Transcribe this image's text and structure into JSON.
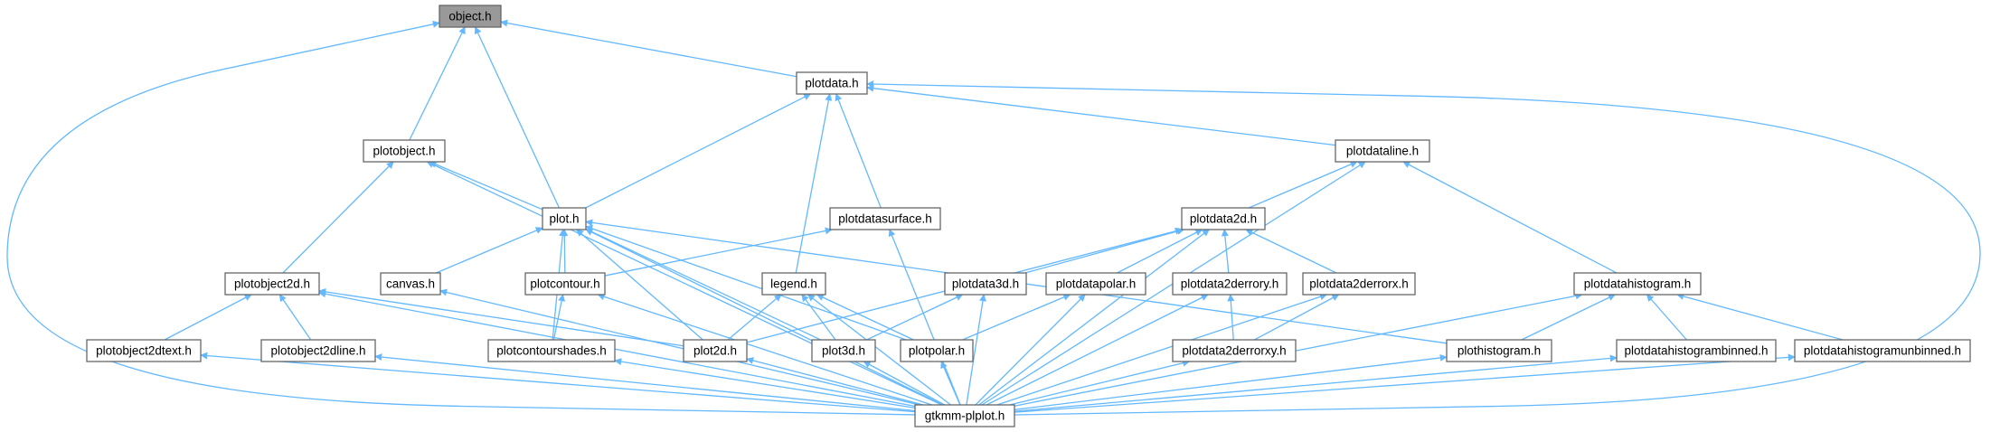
{
  "nodes": [
    {
      "id": "object",
      "label": "object.h",
      "root": true
    },
    {
      "id": "plotdata",
      "label": "plotdata.h"
    },
    {
      "id": "plotobject",
      "label": "plotobject.h"
    },
    {
      "id": "plotdataline",
      "label": "plotdataline.h"
    },
    {
      "id": "plot",
      "label": "plot.h"
    },
    {
      "id": "plotdatasurface",
      "label": "plotdatasurface.h"
    },
    {
      "id": "plotdata2d",
      "label": "plotdata2d.h"
    },
    {
      "id": "plotobject2d",
      "label": "plotobject2d.h"
    },
    {
      "id": "canvas",
      "label": "canvas.h"
    },
    {
      "id": "plotcontour",
      "label": "plotcontour.h"
    },
    {
      "id": "legend",
      "label": "legend.h"
    },
    {
      "id": "plotdata3d",
      "label": "plotdata3d.h"
    },
    {
      "id": "plotdatapolar",
      "label": "plotdatapolar.h"
    },
    {
      "id": "plotdata2derrory",
      "label": "plotdata2derrory.h"
    },
    {
      "id": "plotdata2derrorx",
      "label": "plotdata2derrorx.h"
    },
    {
      "id": "plotdatahistogram",
      "label": "plotdatahistogram.h"
    },
    {
      "id": "plotobject2dtext",
      "label": "plotobject2dtext.h"
    },
    {
      "id": "plotobject2dline",
      "label": "plotobject2dline.h"
    },
    {
      "id": "plotcontourshades",
      "label": "plotcontourshades.h"
    },
    {
      "id": "plot2d",
      "label": "plot2d.h"
    },
    {
      "id": "plot3d",
      "label": "plot3d.h"
    },
    {
      "id": "plotpolar",
      "label": "plotpolar.h"
    },
    {
      "id": "plotdata2derrorxy",
      "label": "plotdata2derrorxy.h"
    },
    {
      "id": "plothistogram",
      "label": "plothistogram.h"
    },
    {
      "id": "plotdatahistogrambinned",
      "label": "plotdatahistogrambinned.h"
    },
    {
      "id": "plotdatahistogramunbinned",
      "label": "plotdatahistogramunbinned.h"
    },
    {
      "id": "gtkmmplplot",
      "label": "gtkmm-plplot.h"
    }
  ],
  "edges": [
    [
      "plotdata",
      "object"
    ],
    [
      "plotobject",
      "object"
    ],
    [
      "plot",
      "object"
    ],
    [
      "gtkmmplplot",
      "object"
    ],
    [
      "plot",
      "plotdata"
    ],
    [
      "legend",
      "plotdata"
    ],
    [
      "plotdatasurface",
      "plotdata"
    ],
    [
      "plotdataline",
      "plotdata"
    ],
    [
      "gtkmmplplot",
      "plotdata"
    ],
    [
      "plot",
      "plotobject"
    ],
    [
      "plotobject2d",
      "plotobject"
    ],
    [
      "gtkmmplplot",
      "plotobject"
    ],
    [
      "plotdata2d",
      "plotdataline"
    ],
    [
      "plotdatahistogram",
      "plotdataline"
    ],
    [
      "gtkmmplplot",
      "plotdataline"
    ],
    [
      "canvas",
      "plot"
    ],
    [
      "plotcontour",
      "plot"
    ],
    [
      "plotcontourshades",
      "plot"
    ],
    [
      "plot2d",
      "plot"
    ],
    [
      "plot3d",
      "plot"
    ],
    [
      "plotpolar",
      "plot"
    ],
    [
      "plothistogram",
      "plot"
    ],
    [
      "gtkmmplplot",
      "plot"
    ],
    [
      "plotcontour",
      "plotdatasurface"
    ],
    [
      "gtkmmplplot",
      "plotdatasurface"
    ],
    [
      "plot2d",
      "plotdata2d"
    ],
    [
      "plotdata3d",
      "plotdata2d"
    ],
    [
      "plotdatapolar",
      "plotdata2d"
    ],
    [
      "plotdata2derrory",
      "plotdata2d"
    ],
    [
      "plotdata2derrorx",
      "plotdata2d"
    ],
    [
      "gtkmmplplot",
      "plotdata2d"
    ],
    [
      "plotobject2dtext",
      "plotobject2d"
    ],
    [
      "plotobject2dline",
      "plotobject2d"
    ],
    [
      "plot2d",
      "plotobject2d"
    ],
    [
      "gtkmmplplot",
      "plotobject2d"
    ],
    [
      "gtkmmplplot",
      "canvas"
    ],
    [
      "plotcontourshades",
      "plotcontour"
    ],
    [
      "gtkmmplplot",
      "plotcontour"
    ],
    [
      "plot2d",
      "legend"
    ],
    [
      "plot3d",
      "legend"
    ],
    [
      "plotpolar",
      "legend"
    ],
    [
      "gtkmmplplot",
      "legend"
    ],
    [
      "plot3d",
      "plotdata3d"
    ],
    [
      "gtkmmplplot",
      "plotdata3d"
    ],
    [
      "plotpolar",
      "plotdatapolar"
    ],
    [
      "gtkmmplplot",
      "plotdatapolar"
    ],
    [
      "plotdata2derrorxy",
      "plotdata2derrory"
    ],
    [
      "gtkmmplplot",
      "plotdata2derrory"
    ],
    [
      "plotdata2derrorxy",
      "plotdata2derrorx"
    ],
    [
      "gtkmmplplot",
      "plotdata2derrorx"
    ],
    [
      "plothistogram",
      "plotdatahistogram"
    ],
    [
      "plotdatahistogrambinned",
      "plotdatahistogram"
    ],
    [
      "plotdatahistogramunbinned",
      "plotdatahistogram"
    ],
    [
      "gtkmmplplot",
      "plotdatahistogram"
    ],
    [
      "gtkmmplplot",
      "plotobject2dtext"
    ],
    [
      "gtkmmplplot",
      "plotobject2dline"
    ],
    [
      "gtkmmplplot",
      "plotcontourshades"
    ],
    [
      "gtkmmplplot",
      "plot2d"
    ],
    [
      "gtkmmplplot",
      "plot3d"
    ],
    [
      "gtkmmplplot",
      "plotpolar"
    ],
    [
      "gtkmmplplot",
      "plotdata2derrorxy"
    ],
    [
      "gtkmmplplot",
      "plothistogram"
    ],
    [
      "gtkmmplplot",
      "plotdatahistogrambinned"
    ],
    [
      "gtkmmplplot",
      "plotdatahistogramunbinned"
    ]
  ],
  "colors": {
    "edge": "#63b8ff",
    "node_border": "#666666",
    "root_fill": "#999999",
    "node_fill": "#ffffff"
  }
}
